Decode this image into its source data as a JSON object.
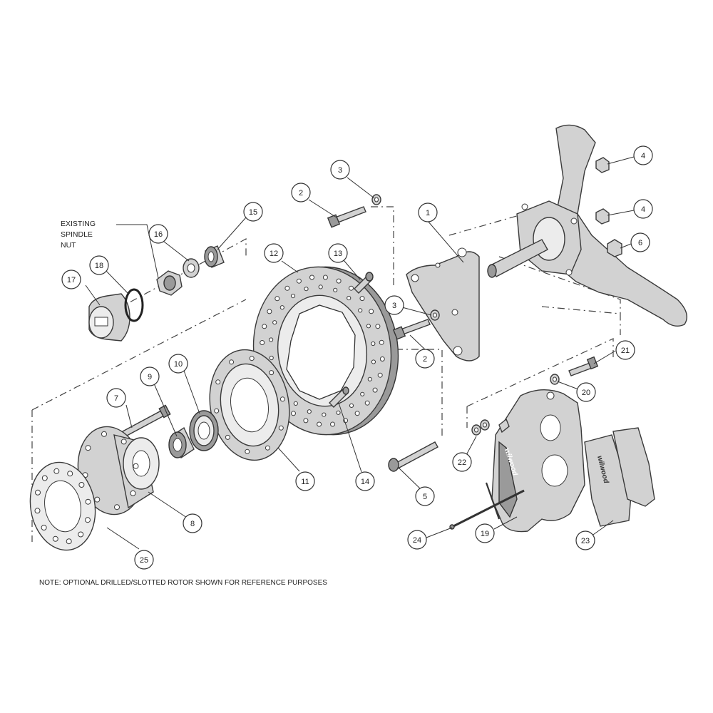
{
  "note": "NOTE: OPTIONAL DRILLED/SLOTTED ROTOR SHOWN FOR REFERENCE PURPOSES",
  "existing_label": [
    "EXISTING",
    "SPINDLE",
    "NUT"
  ],
  "brand_text": "wilwood",
  "callouts": [
    {
      "id": "c1",
      "label": "1"
    },
    {
      "id": "c2a",
      "label": "2"
    },
    {
      "id": "c2b",
      "label": "2"
    },
    {
      "id": "c3a",
      "label": "3"
    },
    {
      "id": "c3b",
      "label": "3"
    },
    {
      "id": "c4a",
      "label": "4"
    },
    {
      "id": "c4b",
      "label": "4"
    },
    {
      "id": "c5",
      "label": "5"
    },
    {
      "id": "c6",
      "label": "6"
    },
    {
      "id": "c7",
      "label": "7"
    },
    {
      "id": "c8",
      "label": "8"
    },
    {
      "id": "c9",
      "label": "9"
    },
    {
      "id": "c10",
      "label": "10"
    },
    {
      "id": "c11",
      "label": "11"
    },
    {
      "id": "c12",
      "label": "12"
    },
    {
      "id": "c13",
      "label": "13"
    },
    {
      "id": "c14",
      "label": "14"
    },
    {
      "id": "c15",
      "label": "15"
    },
    {
      "id": "c16",
      "label": "16"
    },
    {
      "id": "c17",
      "label": "17"
    },
    {
      "id": "c18",
      "label": "18"
    },
    {
      "id": "c19",
      "label": "19"
    },
    {
      "id": "c20",
      "label": "20"
    },
    {
      "id": "c21",
      "label": "21"
    },
    {
      "id": "c22",
      "label": "22"
    },
    {
      "id": "c23",
      "label": "23"
    },
    {
      "id": "c24",
      "label": "24"
    },
    {
      "id": "c25",
      "label": "25"
    }
  ]
}
